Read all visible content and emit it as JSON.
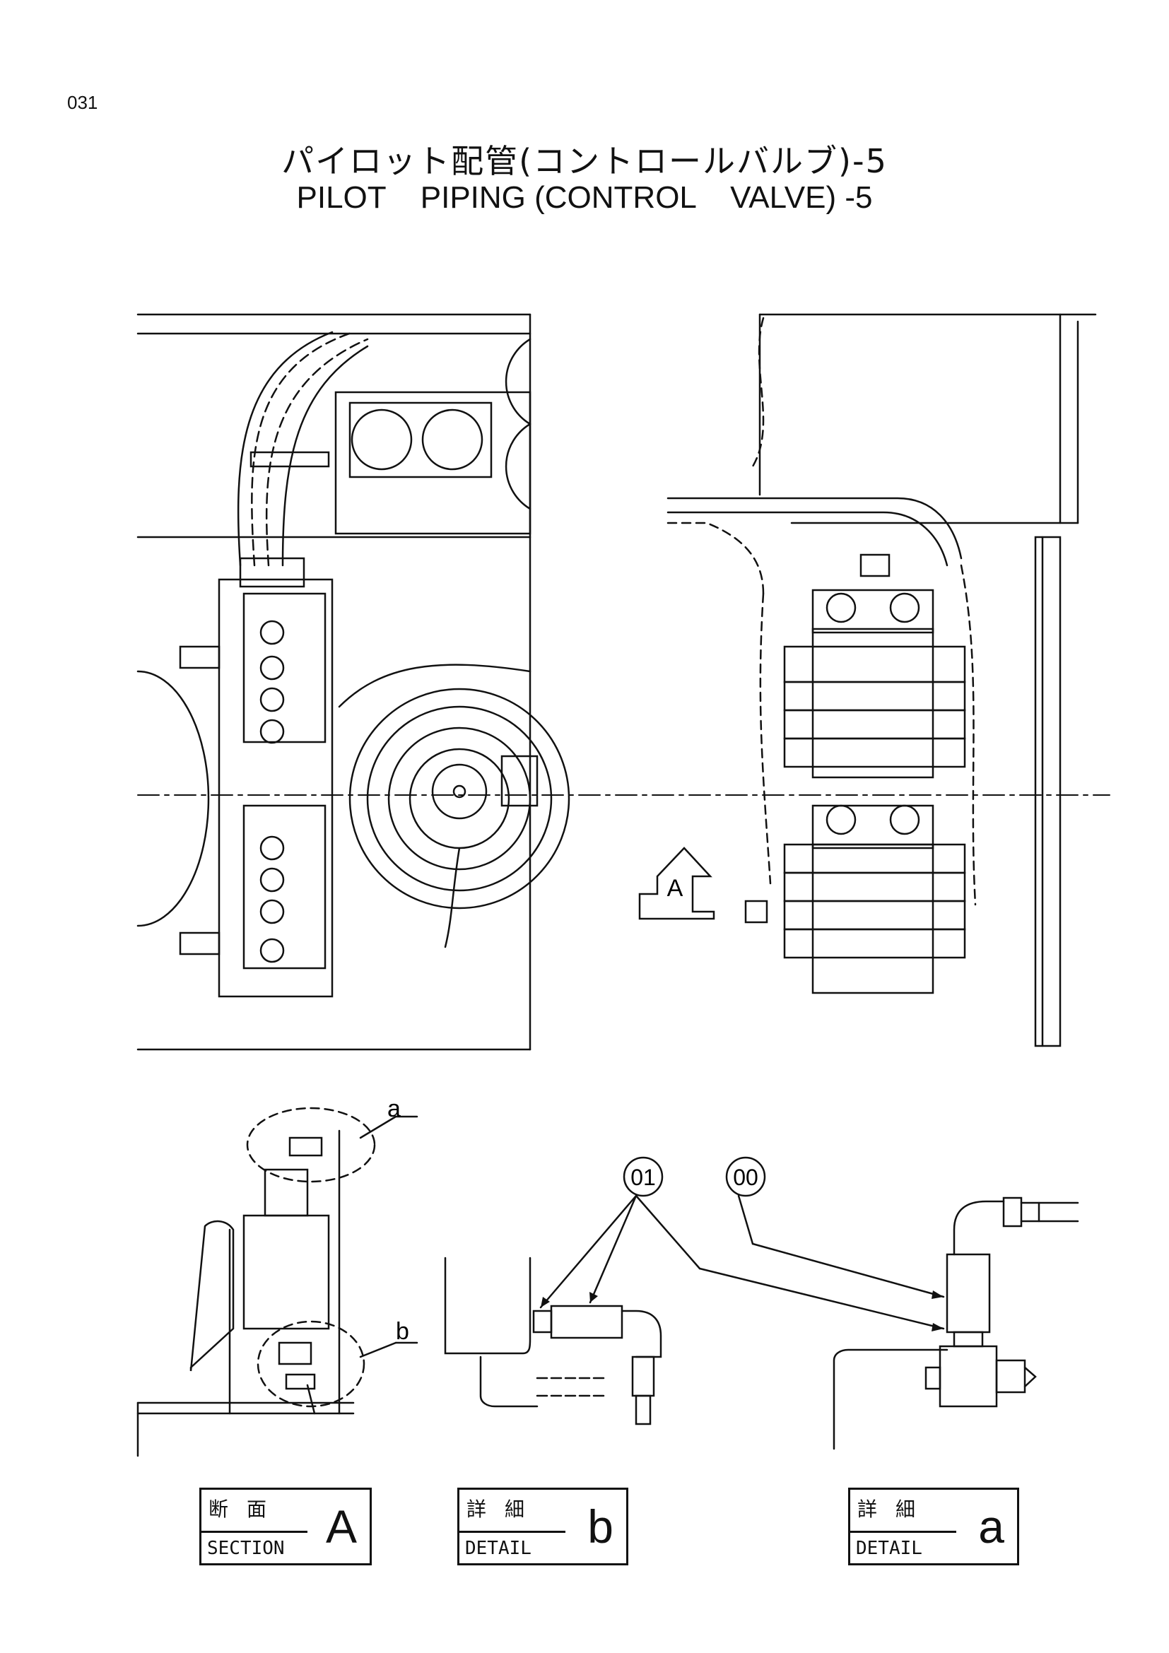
{
  "page": {
    "number": "031",
    "title_jp": "パイロット配管(コントロールバルブ)-5",
    "title_en": "PILOT    PIPING (CONTROL    VALVE) -5"
  },
  "view_arrow": {
    "letter": "A"
  },
  "callouts": {
    "detail_a_mark": "a",
    "detail_b_mark": "b",
    "part_01": "01",
    "part_00": "00"
  },
  "labels": [
    {
      "jp": "断面",
      "en": "SECTION",
      "letter": "A"
    },
    {
      "jp": "詳細",
      "en": "DETAIL",
      "letter": "b"
    },
    {
      "jp": "詳細",
      "en": "DETAIL",
      "letter": "a"
    }
  ]
}
